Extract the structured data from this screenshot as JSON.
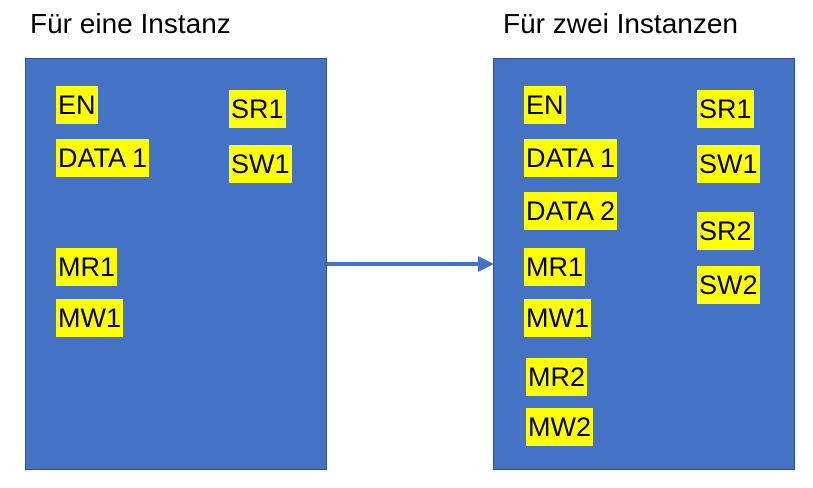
{
  "left_panel": {
    "title": "Für eine Instanz",
    "labels": [
      "EN",
      "DATA 1",
      "SR1",
      "SW1",
      "MR1",
      "MW1"
    ]
  },
  "right_panel": {
    "title": "Für zwei Instanzen",
    "labels": [
      "EN",
      "DATA 1",
      "DATA 2",
      "MR1",
      "MW1",
      "MR2",
      "MW2",
      "SR1",
      "SW1",
      "SR2",
      "SW2"
    ]
  },
  "colors": {
    "box_fill": "#4472c4",
    "label_fill": "#ffff00",
    "arrow": "#4472c4"
  }
}
